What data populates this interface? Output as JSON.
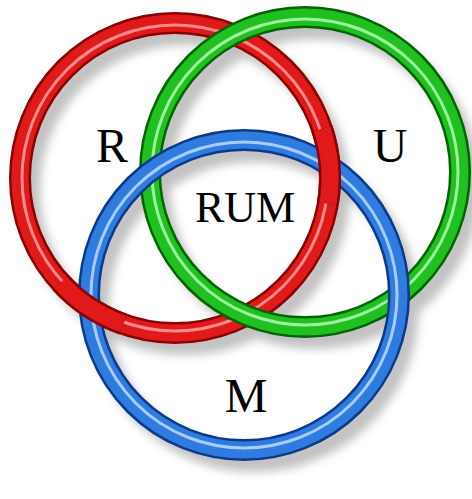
{
  "diagram": {
    "labels": [
      "R",
      "U",
      "RUM",
      "M"
    ]
  }
}
